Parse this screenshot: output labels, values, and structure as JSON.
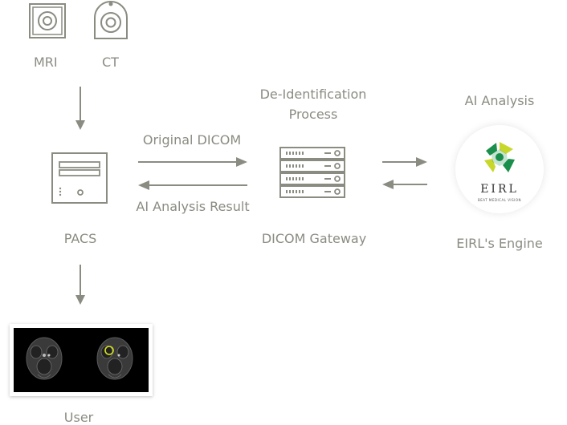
{
  "sources": {
    "mri_label": "MRI",
    "ct_label": "CT"
  },
  "pacs": {
    "label": "PACS"
  },
  "gateway": {
    "label": "DICOM Gateway",
    "process_line1": "De-Identification",
    "process_line2": "Process"
  },
  "flows": {
    "original_dicom": "Original DICOM",
    "ai_result": "AI Analysis Result"
  },
  "engine": {
    "title": "AI Analysis",
    "label": "EIRL's Engine",
    "logo_text": "EIRL",
    "logo_tagline": "BEAT MEDICAL VISION"
  },
  "user": {
    "label": "User"
  },
  "colors": {
    "gray": "#8a8c82",
    "logo_green": "#1a8f4c",
    "logo_yellow": "#c8d82a",
    "highlight_circle": "#d6e21f"
  }
}
